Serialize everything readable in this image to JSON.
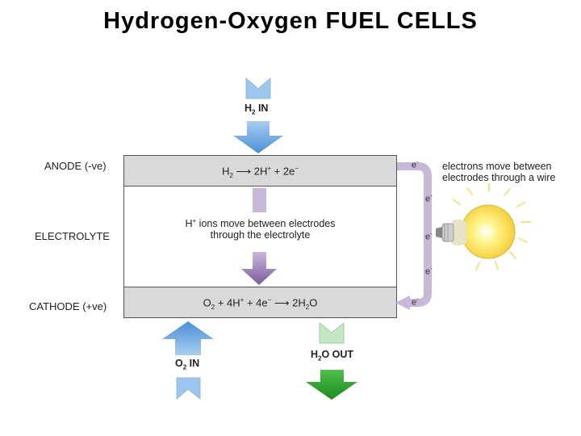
{
  "title": "Hydrogen-Oxygen FUEL CELLS",
  "labels": {
    "anode": "ANODE (-ve)",
    "electrolyte": "ELECTROLYTE",
    "cathode": "CATHODE (+ve)"
  },
  "anode_reaction": {
    "prefix": "H",
    "sub1": "2",
    "mid": " ⟶ 2H",
    "sup1": "+",
    "tail": " + 2e",
    "sup2": "−"
  },
  "cathode_reaction": {
    "a": "O",
    "sub1": "2",
    "b": " + 4H",
    "sup1": "+",
    "c": " + 4e",
    "sup2": "−",
    "d": " ⟶ 2H",
    "sub2": "2",
    "e": "O"
  },
  "ion_text": {
    "h": "H",
    "sup": "+",
    "line1": " ions move between electrodes",
    "line2": "through the electrolyte"
  },
  "inputs": {
    "h2_main": "H",
    "h2_sub": "2",
    "h2_tail": " IN",
    "o2_main": "O",
    "o2_sub": "2",
    "o2_tail": " IN",
    "h2o_main": "H",
    "h2o_sub": "2",
    "h2o_tail": "O OUT"
  },
  "wire_text": {
    "line1": "electrons move between",
    "line2": "electrodes through a wire"
  },
  "electron": {
    "e": "e",
    "sup": "-"
  },
  "colors": {
    "blue_arrow": "#5b9bd5",
    "purple_wire": "#c7b8d9",
    "green_arrow": "#2e9e2e",
    "bulb_yellow": "#ffee55"
  }
}
